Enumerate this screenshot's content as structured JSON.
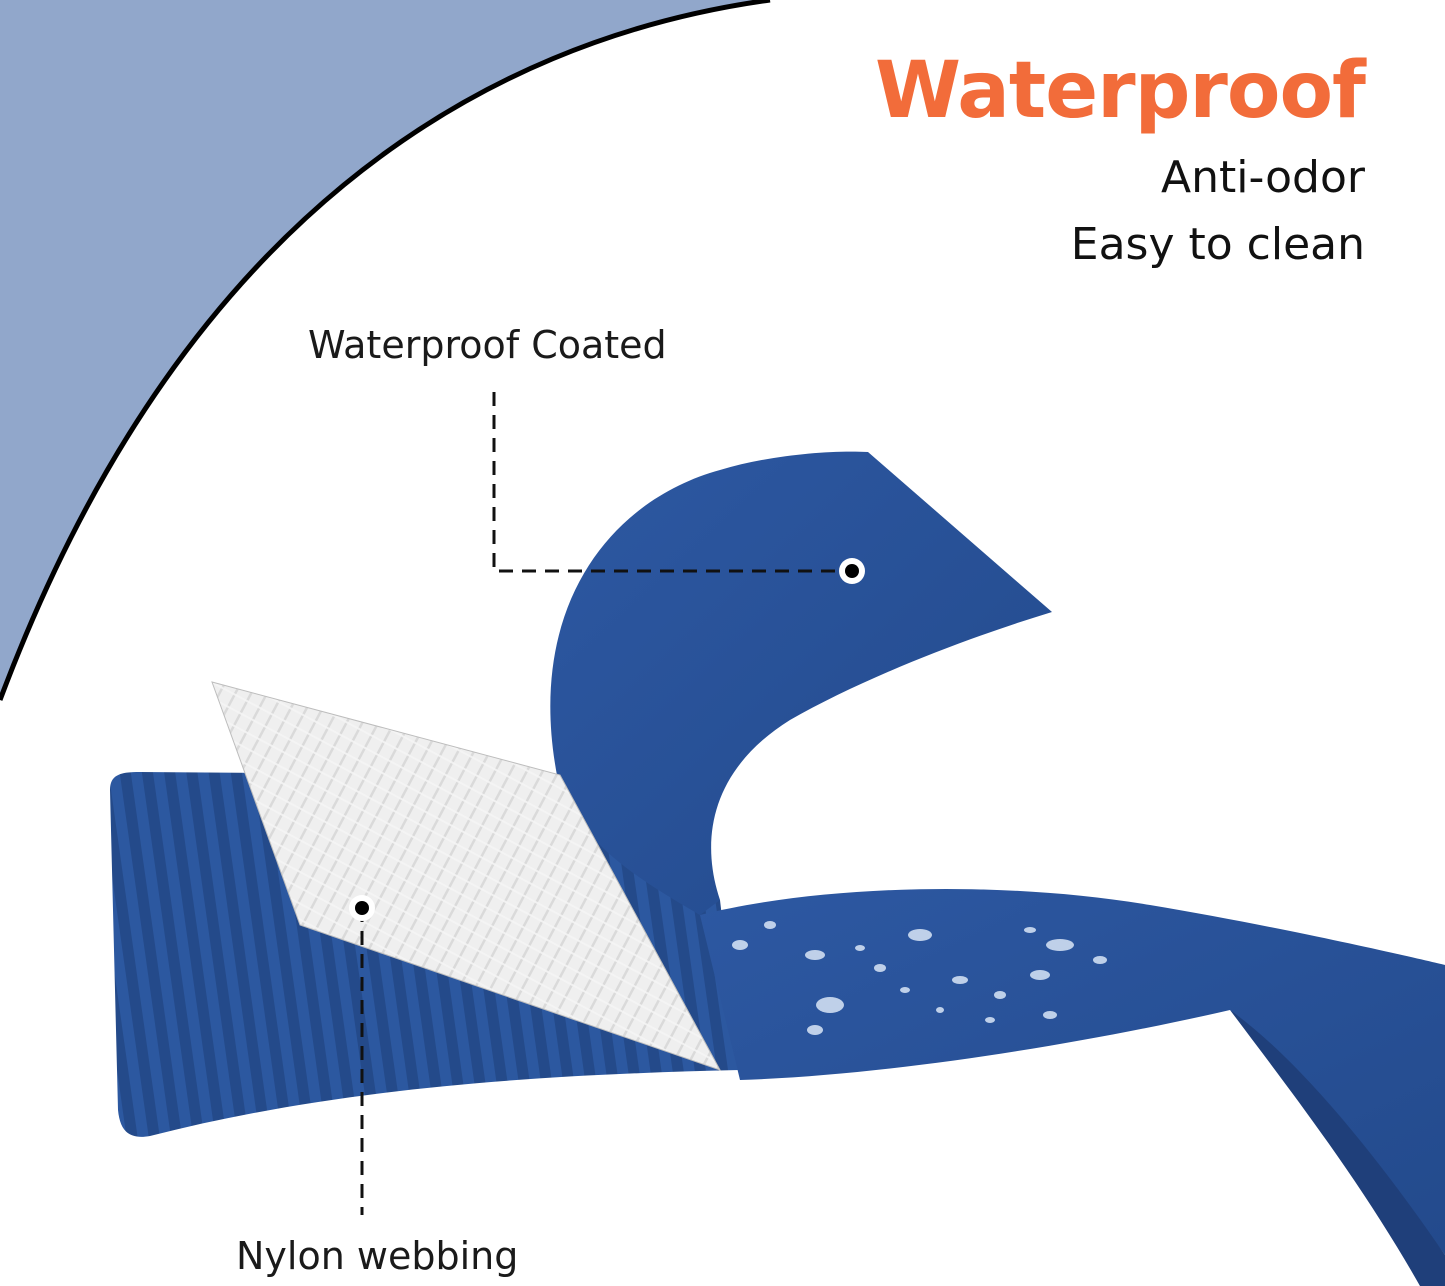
{
  "headline": {
    "text": "Waterproof",
    "color": "#f26c3a"
  },
  "features": [
    {
      "text": "Anti-odor"
    },
    {
      "text": "Easy to clean"
    }
  ],
  "callouts": [
    {
      "label": "Waterproof Coated"
    },
    {
      "label": "Nylon webbing"
    }
  ],
  "colors": {
    "background_arc": "#91a7cb",
    "arc_outline": "#000000",
    "strap_blue": "#2a5196",
    "strap_blue_dark": "#1f3f7a",
    "mesh_white": "#e9e9e9"
  }
}
